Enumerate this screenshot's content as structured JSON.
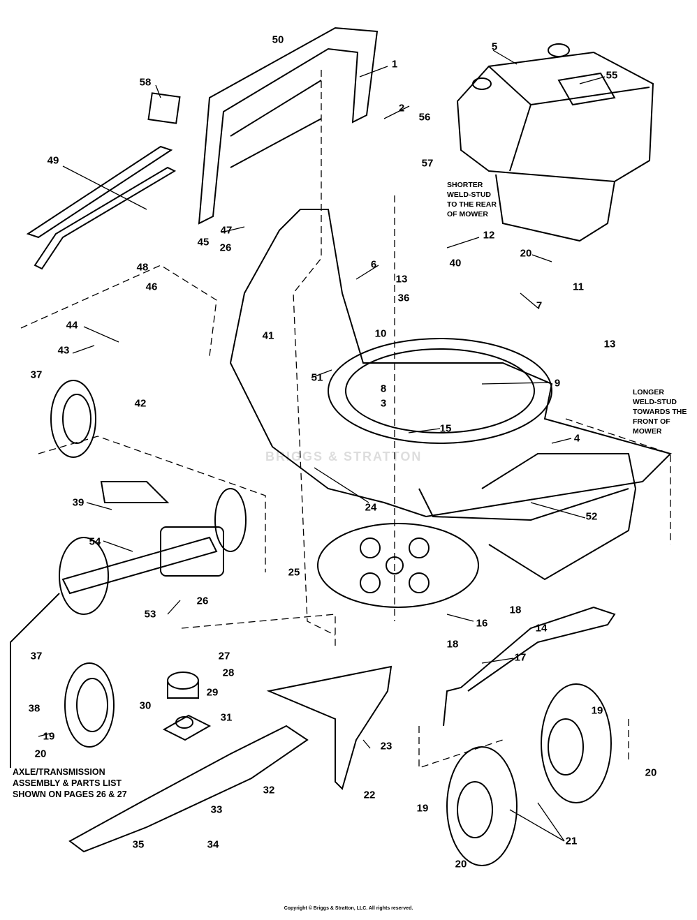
{
  "part_labels": [
    "50",
    "1",
    "5",
    "55",
    "58",
    "2",
    "56",
    "57",
    "49",
    "47",
    "26",
    "45",
    "12",
    "20",
    "11",
    "40",
    "48",
    "6",
    "13",
    "36",
    "7",
    "46",
    "41",
    "44",
    "10",
    "13",
    "43",
    "51",
    "8",
    "9",
    "3",
    "37",
    "42",
    "15",
    "4",
    "24",
    "39",
    "52",
    "54",
    "25",
    "26",
    "18",
    "14",
    "16",
    "53",
    "17",
    "18",
    "27",
    "37",
    "28",
    "29",
    "38",
    "30",
    "31",
    "19",
    "19",
    "20",
    "20",
    "23",
    "32",
    "22",
    "33",
    "21",
    "19",
    "35",
    "34",
    "20"
  ],
  "notes": {
    "shorter_stud": [
      "SHORTER",
      "WELD-STUD",
      "TO THE REAR",
      "OF MOWER"
    ],
    "longer_stud": [
      "LONGER",
      "WELD-STUD",
      "TOWARDS THE",
      "FRONT OF",
      "MOWER"
    ],
    "axle": [
      "AXLE/TRANSMISSION",
      "ASSEMBLY & PARTS LIST",
      "SHOWN ON PAGES 26 & 27"
    ]
  },
  "watermark": "BRIGGS & STRATTON",
  "copyright": "Copyright © Briggs & Stratton, LLC. All rights reserved."
}
